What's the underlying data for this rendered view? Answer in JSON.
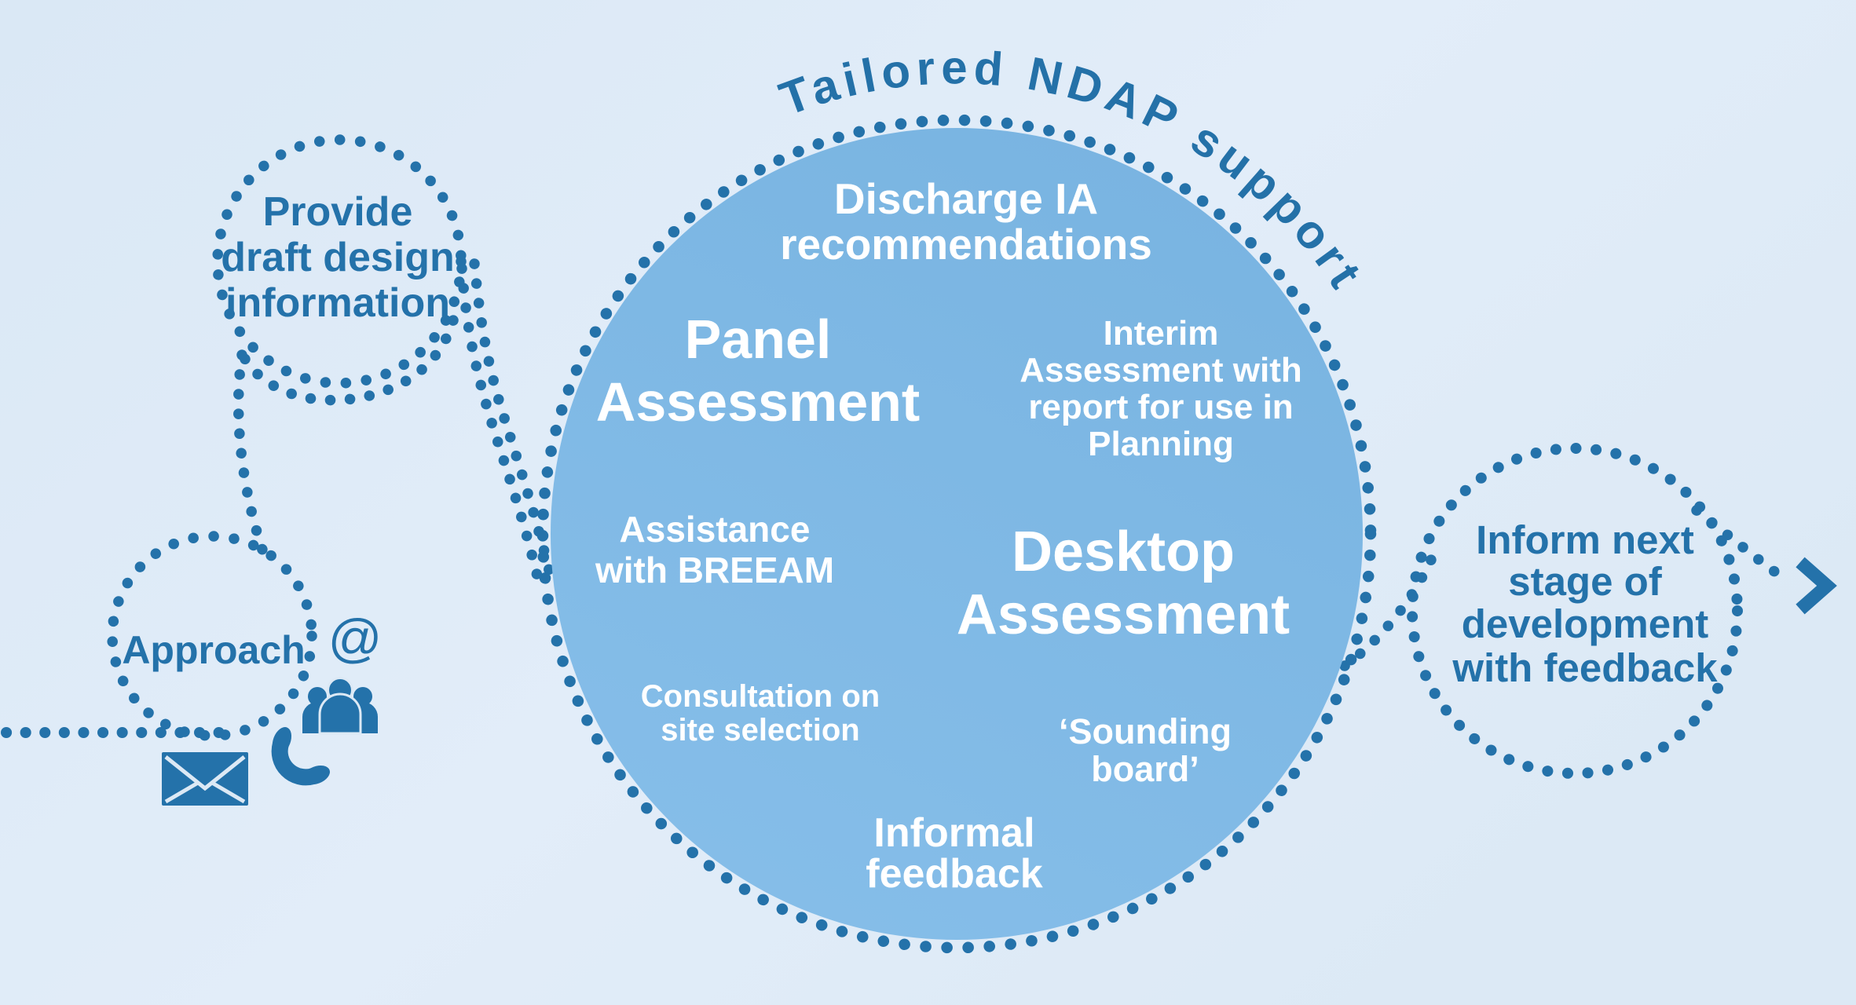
{
  "title": {
    "text": "Tailored NDAP support"
  },
  "colors": {
    "background": "#dcE9f6",
    "background_light": "#e6f0fa",
    "big_circle_fill": "#7db8e4",
    "ink": "#2472aa",
    "white_text": "#ffffff"
  },
  "big_circle": {
    "discharge": {
      "line1": "Discharge IA",
      "line2": "recommendations"
    },
    "panel": {
      "line1": "Panel",
      "line2": "Assessment"
    },
    "interim": {
      "line1": "Interim",
      "line2": "Assessment with",
      "line3": "report for use in",
      "line4": "Planning"
    },
    "assistance": {
      "line1": "Assistance",
      "line2": "with BREEAM"
    },
    "desktop": {
      "line1": "Desktop",
      "line2": "Assessment"
    },
    "consultation": {
      "line1": "Consultation on",
      "line2": "site selection"
    },
    "sounding": {
      "line1": "‘Sounding",
      "line2": "board’"
    },
    "informal": {
      "line1": "Informal",
      "line2": "feedback"
    }
  },
  "provide_circle": {
    "line1": "Provide",
    "line2": "draft design",
    "line3": "information"
  },
  "approach_circle": {
    "label": "Approach"
  },
  "inform_circle": {
    "line1": "Inform next",
    "line2": "stage of",
    "line3": "development",
    "line4": "with feedback"
  },
  "icons": {
    "at_symbol": "@",
    "email_icon": "envelope",
    "phone_icon": "telephone-handset",
    "people_icon": "group-of-people",
    "arrow_icon": "chevron-right"
  }
}
